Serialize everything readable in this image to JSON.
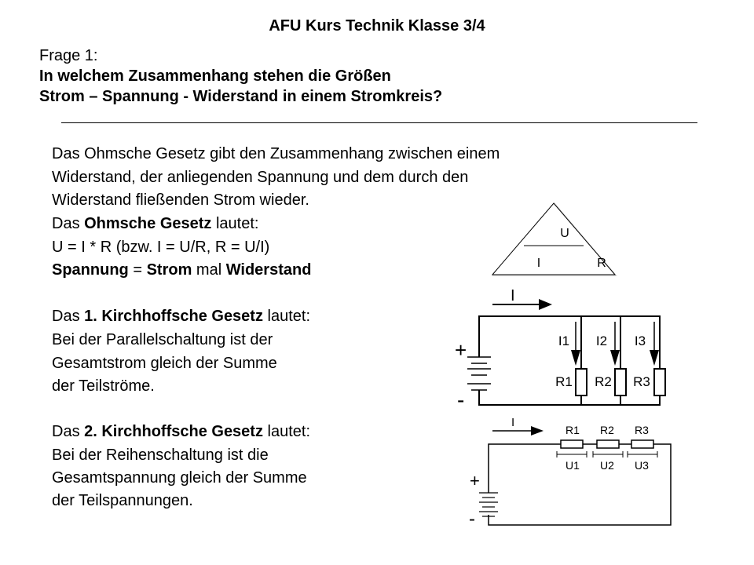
{
  "header": {
    "title": "AFU Kurs Technik Klasse 3/4"
  },
  "question": {
    "label": "Frage 1:",
    "line1": "In welchem Zusammenhang stehen die Größen",
    "line2": "Strom – Spannung - Widerstand in einem Stromkreis?"
  },
  "answer": {
    "intro_1": "Das Ohmsche Gesetz gibt den Zusammenhang zwischen einem",
    "intro_2": "Widerstand, der anliegenden Spannung und dem durch den",
    "intro_3": "Widerstand fließenden Strom wieder.",
    "ohm_pre": "Das ",
    "ohm_bold": "Ohmsche Gesetz",
    "ohm_post": " lautet:",
    "formula": "U = I * R (bzw. I = U/R, R = U/I)",
    "rule_w1": "Spannung",
    "rule_t1": " = ",
    "rule_w2": "Strom",
    "rule_t2": " mal ",
    "rule_w3": "Widerstand",
    "k1_pre": "Das ",
    "k1_bold": "1. Kirchhoffsche Gesetz",
    "k1_post": " lautet:",
    "k1_l1": "Bei der Parallelschaltung ist der",
    "k1_l2": "Gesamtstrom gleich der Summe",
    "k1_l3": "der Teilströme.",
    "k2_pre": "Das ",
    "k2_bold": "2. Kirchhoffsche Gesetz",
    "k2_post": " lautet:",
    "k2_l1": "Bei der Reihenschaltung ist die",
    "k2_l2": "Gesamtspannung gleich der Summe",
    "k2_l3": "der Teilspannungen."
  },
  "triangle": {
    "top": "U",
    "left": "I",
    "right": "R"
  },
  "parallel": {
    "current": "I",
    "plus": "+",
    "minus": "-",
    "currents": [
      "I1",
      "I2",
      "I3"
    ],
    "resistors": [
      "R1",
      "R2",
      "R3"
    ]
  },
  "series": {
    "current": "I",
    "plus": "+",
    "minus": "-",
    "resistors": [
      "R1",
      "R2",
      "R3"
    ],
    "voltages": [
      "U1",
      "U2",
      "U3"
    ]
  }
}
